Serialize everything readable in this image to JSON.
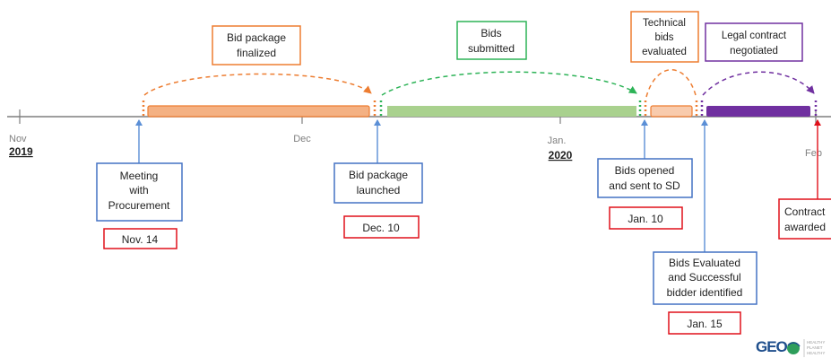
{
  "axis": {
    "ticks": [
      {
        "label": "Nov",
        "year": "2019"
      },
      {
        "label": "Dec",
        "year": ""
      },
      {
        "label": "Jan.",
        "year": "2020"
      },
      {
        "label": "Feb",
        "year": ""
      }
    ]
  },
  "phases": [
    {
      "id": "bid-package-finalized",
      "label_lines": [
        "Bid package",
        "finalized"
      ],
      "color": "#ED7D31",
      "fill": "#F4B183",
      "start": "Nov. 14",
      "end": "Dec. 10"
    },
    {
      "id": "bids-submitted",
      "label_lines": [
        "Bids",
        "submitted"
      ],
      "color": "#2DB357",
      "fill": "#A9D18E",
      "start": "Dec. 10",
      "end": "Jan. 10"
    },
    {
      "id": "technical-bids-evaluated",
      "label_lines": [
        "Technical",
        "bids",
        "evaluated"
      ],
      "color": "#ED7D31",
      "fill": "#F8CBAD",
      "start": "Jan. 10",
      "end": "Jan. 15"
    },
    {
      "id": "legal-contract-negotiated",
      "label_lines": [
        "Legal contract",
        "negotiated"
      ],
      "color": "#7030A0",
      "fill": "#7030A0",
      "start": "Jan. 15",
      "end": "Feb"
    }
  ],
  "milestones": [
    {
      "id": "meeting-with-procurement",
      "label_lines": [
        "Meeting",
        "with",
        "Procurement"
      ],
      "date": "Nov. 14"
    },
    {
      "id": "bid-package-launched",
      "label_lines": [
        "Bid package",
        "launched"
      ],
      "date": "Dec. 10"
    },
    {
      "id": "bids-opened",
      "label_lines": [
        "Bids opened",
        "and sent to SD"
      ],
      "date": "Jan. 10"
    },
    {
      "id": "bids-evaluated",
      "label_lines": [
        "Bids Evaluated",
        "and Successful",
        "bidder identified"
      ],
      "date": "Jan. 15"
    },
    {
      "id": "contract-awarded",
      "label_lines": [
        "Contract",
        "awarded"
      ],
      "date": ""
    }
  ],
  "logo": {
    "text": "GEO",
    "tagline": [
      "HEALTHY",
      "PLANET",
      "HEALTHY"
    ]
  },
  "colors": {
    "axis": "#7F7F7F",
    "milestone_border": "#4472C4",
    "milestone_arrow": "#5B8FD6",
    "date_border": "#E0101A",
    "contract_arrow": "#E0101A",
    "label_text": "#1F1F1F",
    "tick_text": "#7F7F7F"
  }
}
